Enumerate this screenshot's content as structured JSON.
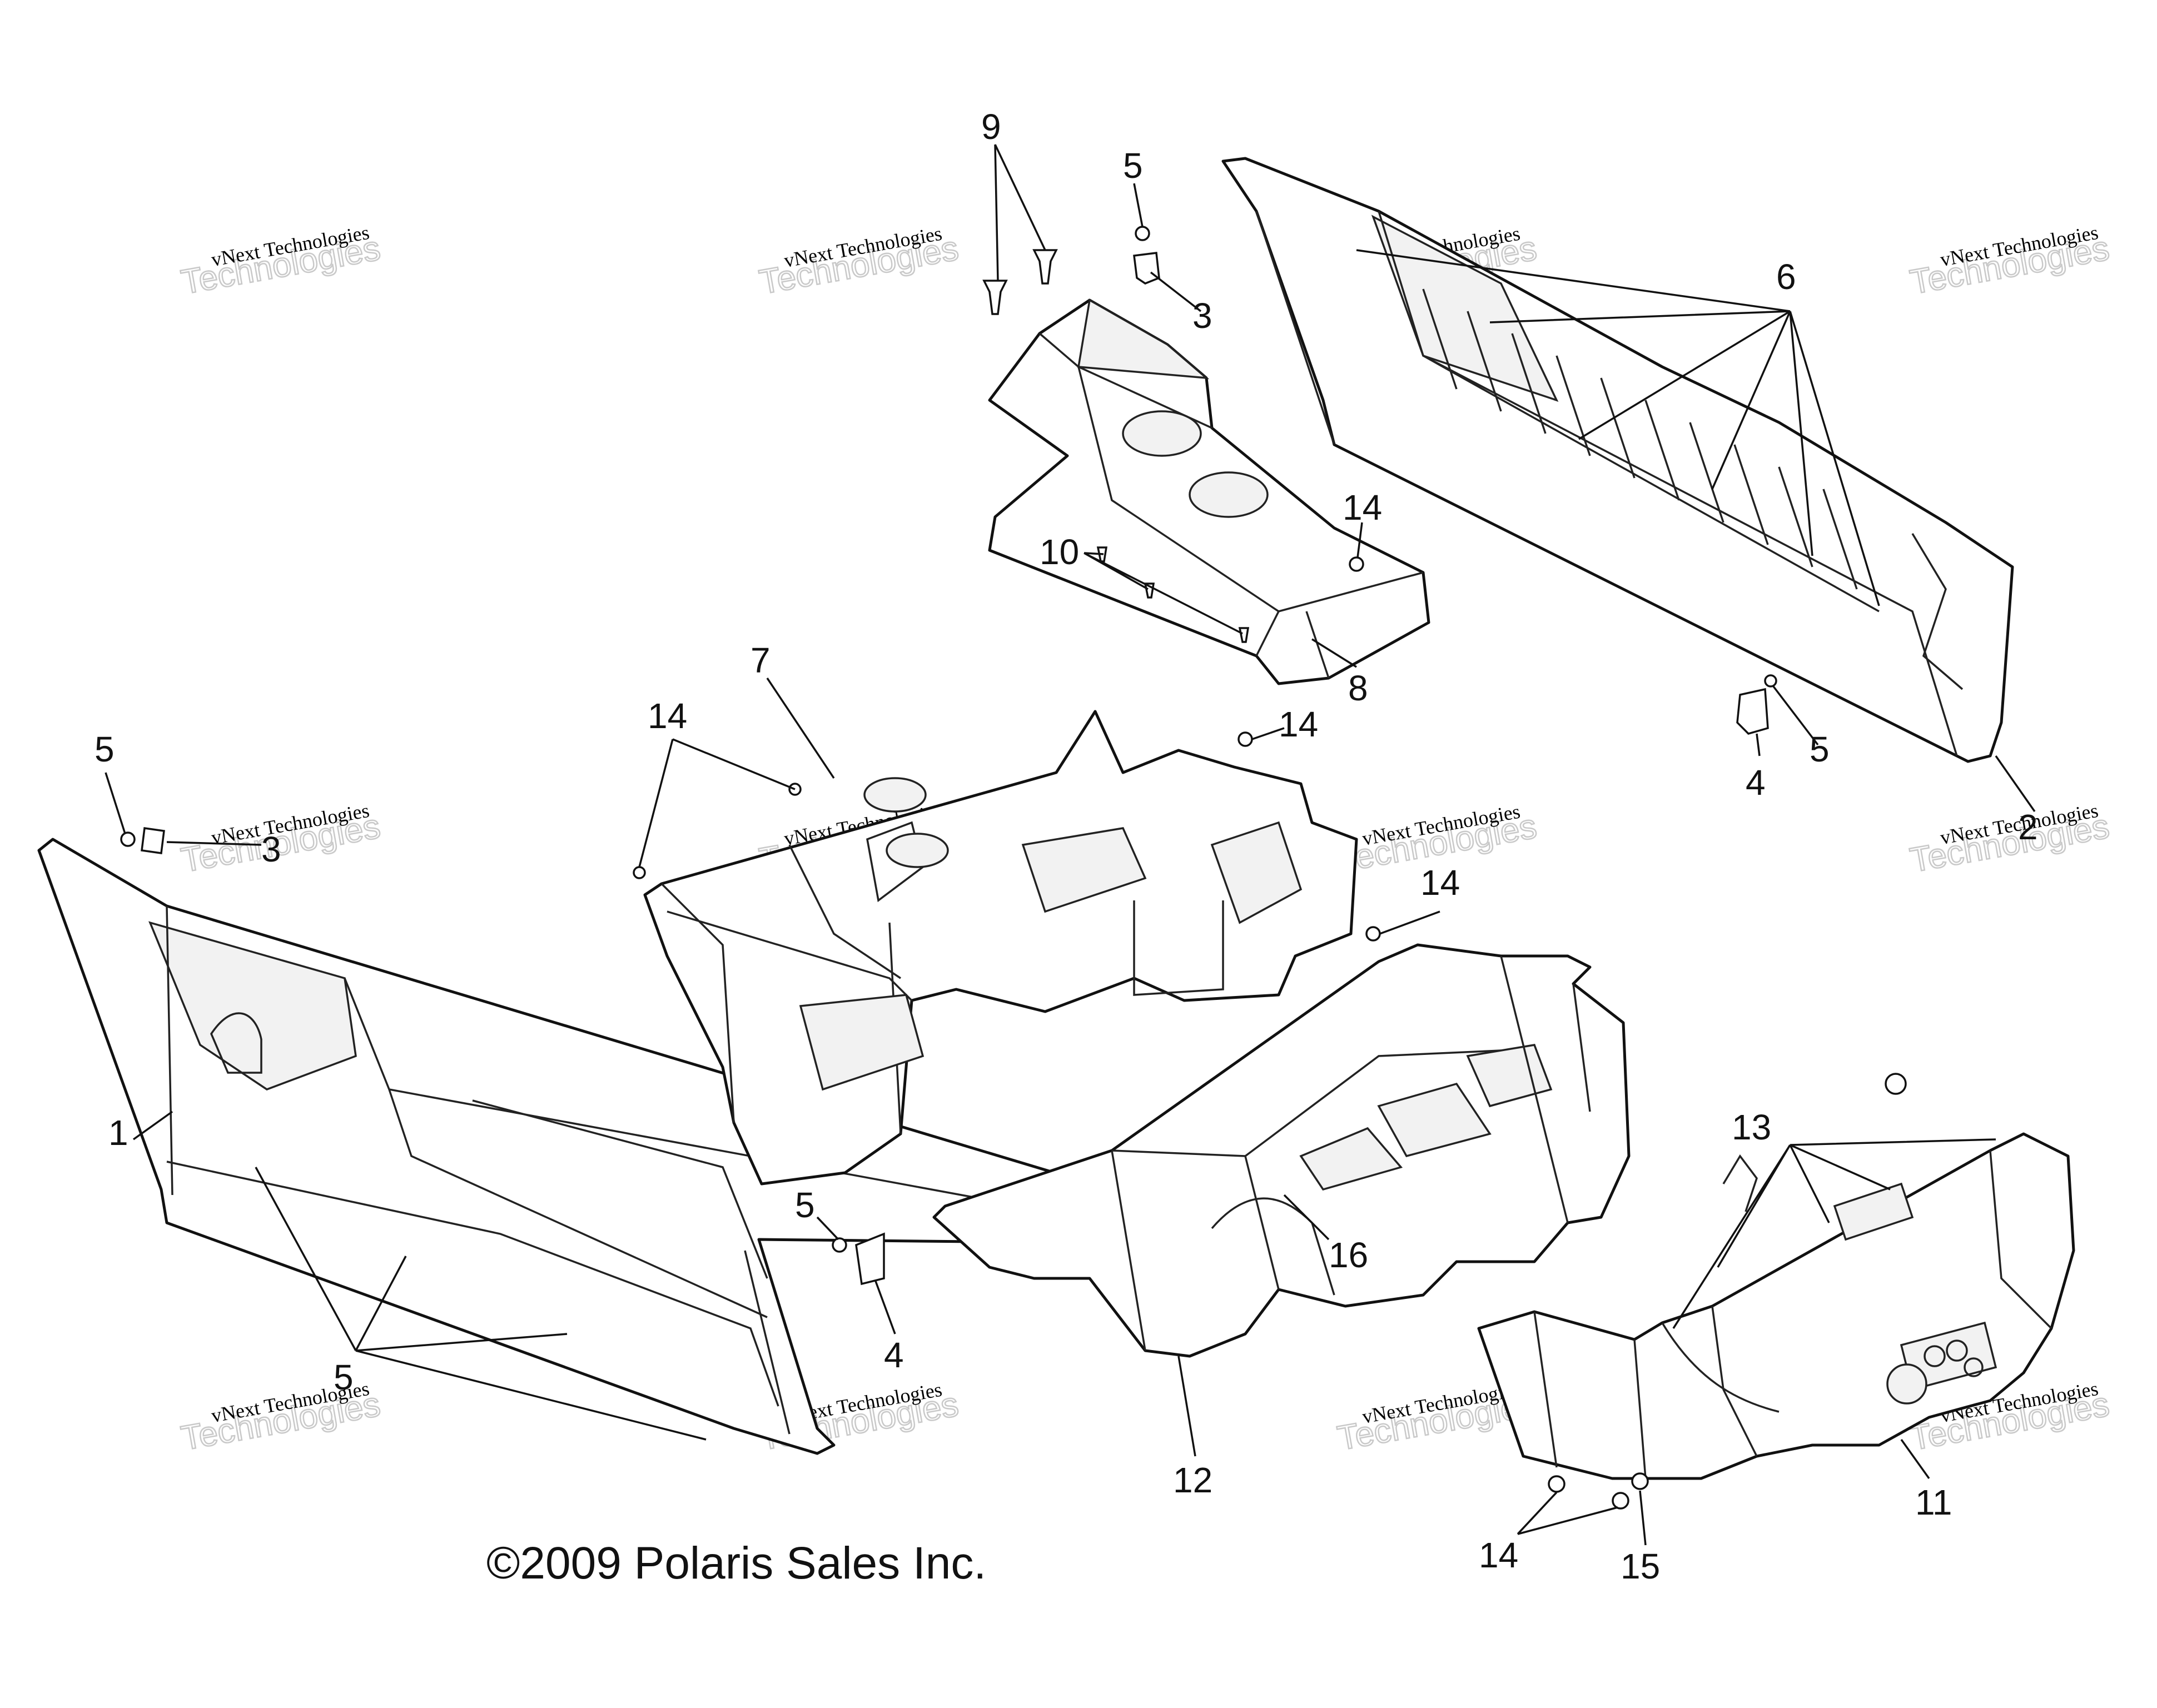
{
  "diagram": {
    "copyright": "©2009 Polaris Sales Inc.",
    "watermark": {
      "line1": "vNext Technologies",
      "line2": "Technologies",
      "overlay": "vNext"
    },
    "callouts": {
      "c1": "1",
      "c2": "2",
      "c3a": "3",
      "c3b": "3",
      "c4a": "4",
      "c4b": "4",
      "c5a": "5",
      "c5b": "5",
      "c5c": "5",
      "c5d": "5",
      "c5e": "5",
      "c6": "6",
      "c7": "7",
      "c8": "8",
      "c9": "9",
      "c10": "10",
      "c11": "11",
      "c12": "12",
      "c13": "13",
      "c14a": "14",
      "c14b": "14",
      "c14c": "14",
      "c14d": "14",
      "c14e": "14",
      "c15": "15",
      "c16": "16"
    },
    "colors": {
      "line": "#111111",
      "background": "#ffffff",
      "watermark": "#c9c9c9"
    }
  }
}
